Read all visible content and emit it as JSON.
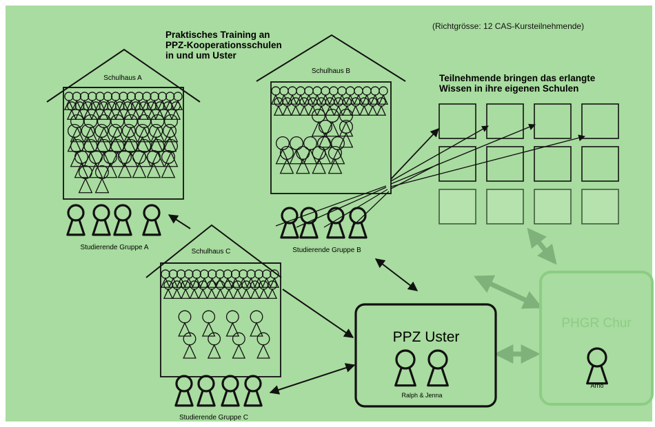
{
  "colors": {
    "background": "#a9dca0",
    "ink": "#111111",
    "faded_ink": "#7fb27a",
    "pale_box": "#b5e2ad",
    "ppz_fill": "#a9dca0"
  },
  "header_note": "(Richtgrösse: 12 CAS-Kursteilnehmende)",
  "training_title": "Praktisches Training an\nPPZ-Kooperationsschulen\nin und um Uster",
  "dissemination_title": "Teilnehmende bringen das erlangte\nWissen in ihre eigenen Schulen",
  "schools": [
    {
      "label": "Schulhaus A"
    },
    {
      "label": "Schulhaus B"
    },
    {
      "label": "Schulhaus C"
    }
  ],
  "student_groups": [
    {
      "label": "Studierende Gruppe A"
    },
    {
      "label": "Studierende Gruppe B"
    },
    {
      "label": "Studierende Gruppe C"
    }
  ],
  "ppz": {
    "title": "PPZ Uster",
    "people_label": "Ralph & Jenna"
  },
  "phgr": {
    "title": "PHGR Chur",
    "person_label": "Arno"
  },
  "participant_schools_grid": {
    "rows": 3,
    "cols": 4
  }
}
